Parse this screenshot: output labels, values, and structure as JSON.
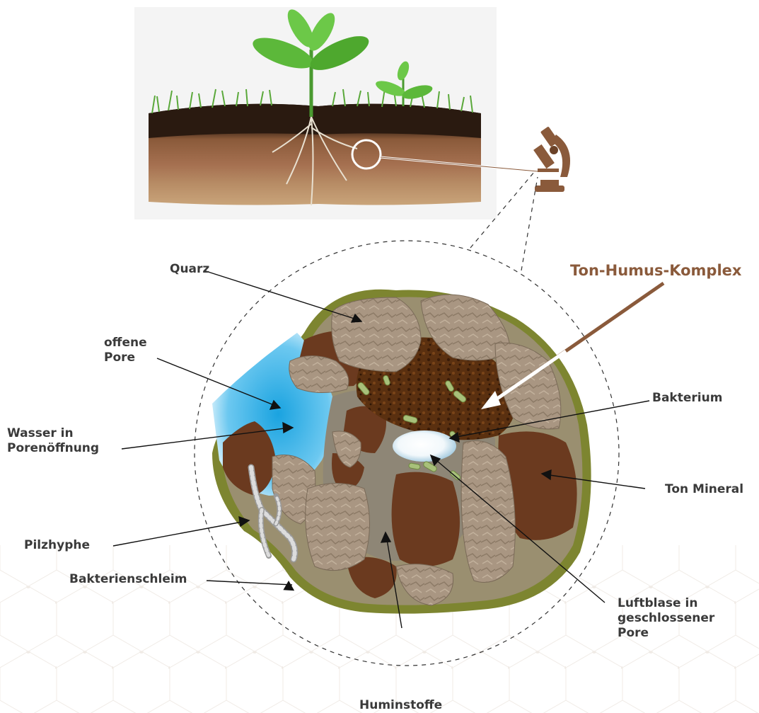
{
  "labels": {
    "ton_humus_komplex": "Ton-Humus-Komplex",
    "quarz": "Quarz",
    "offene_pore": "offene\nPore",
    "wasser": "Wasser in\nPorenöffnung",
    "pilzhyphe": "Pilzhyphe",
    "bakterienschleim": "Bakterienschleim",
    "huminstoffe": "Huminstoffe",
    "luftblase": "Luftblase in\ngeschlossener\nPore",
    "ton_mineral": "Ton Mineral",
    "bakterium": "Bakterium"
  },
  "colors": {
    "label_text": "#3a3a3a",
    "title_text": "#8a5a3b",
    "clay": "#6b3a1f",
    "humus": "#4a2810",
    "quartz": "#a89580",
    "water": "#3bb0e6",
    "slime": "#8b9236",
    "bacteria": "#a8c07a",
    "microscope": "#8a5a3b"
  },
  "icons": [
    "plant-soil-image",
    "microscope-icon",
    "magnifier-circle"
  ]
}
